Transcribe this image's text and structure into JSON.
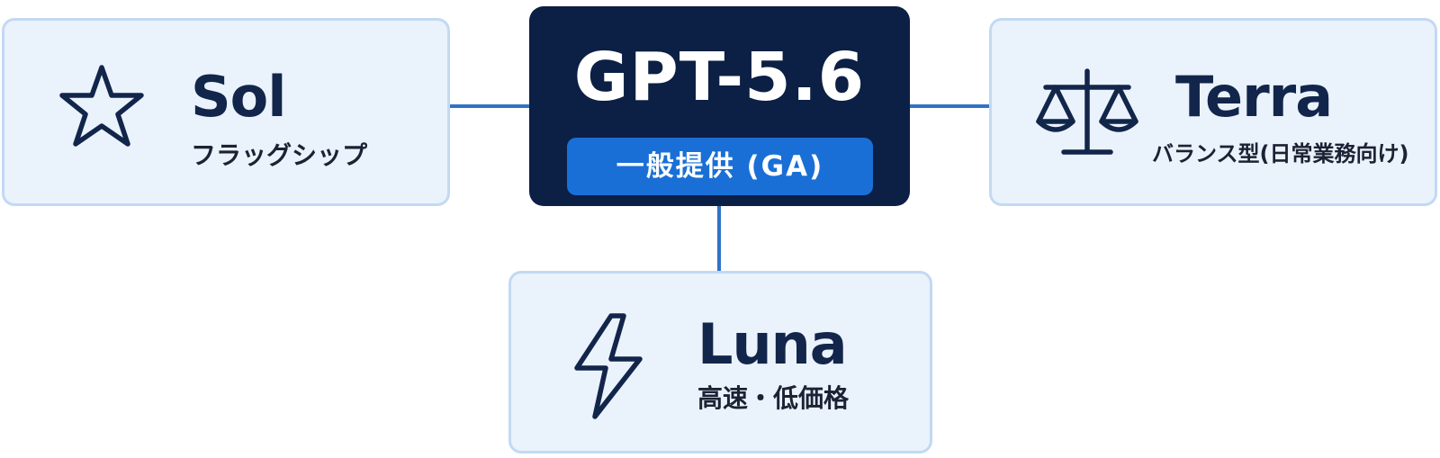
{
  "center": {
    "title": "GPT-5.6",
    "badge": "一般提供 (GA)"
  },
  "models": {
    "sol": {
      "name": "Sol",
      "description": "フラッグシップ",
      "icon": "star-icon"
    },
    "terra": {
      "name": "Terra",
      "description": "バランス型(日常業務向け)",
      "icon": "scale-icon"
    },
    "luna": {
      "name": "Luna",
      "description": "高速・低価格",
      "icon": "lightning-icon"
    }
  },
  "colors": {
    "center_bg": "#0c1f44",
    "badge_bg": "#1a6fd6",
    "card_bg": "#eaf2fc",
    "connector": "#2f73c8"
  }
}
